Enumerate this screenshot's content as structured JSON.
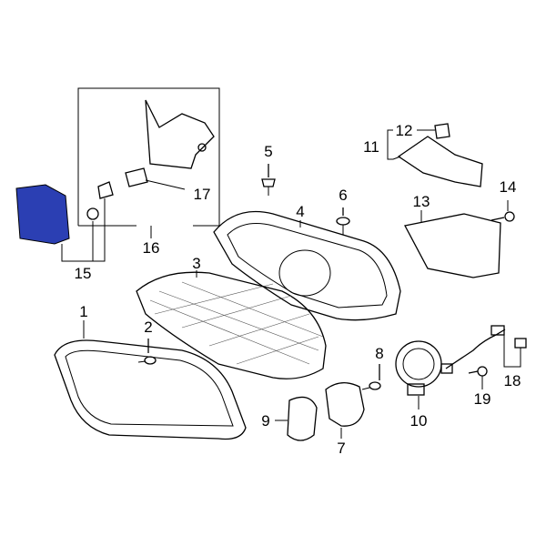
{
  "diagram": {
    "highlight_color": "#2b3fb3",
    "callouts": [
      {
        "id": "1",
        "text": "1"
      },
      {
        "id": "2",
        "text": "2"
      },
      {
        "id": "3",
        "text": "3"
      },
      {
        "id": "4",
        "text": "4"
      },
      {
        "id": "5",
        "text": "5"
      },
      {
        "id": "6",
        "text": "6"
      },
      {
        "id": "7",
        "text": "7"
      },
      {
        "id": "8",
        "text": "8"
      },
      {
        "id": "9",
        "text": "9"
      },
      {
        "id": "10",
        "text": "10"
      },
      {
        "id": "11",
        "text": "11"
      },
      {
        "id": "12",
        "text": "12"
      },
      {
        "id": "13",
        "text": "13"
      },
      {
        "id": "14",
        "text": "14"
      },
      {
        "id": "15",
        "text": "15"
      },
      {
        "id": "16",
        "text": "16"
      },
      {
        "id": "17",
        "text": "17"
      },
      {
        "id": "18",
        "text": "18"
      },
      {
        "id": "19",
        "text": "19"
      }
    ]
  }
}
